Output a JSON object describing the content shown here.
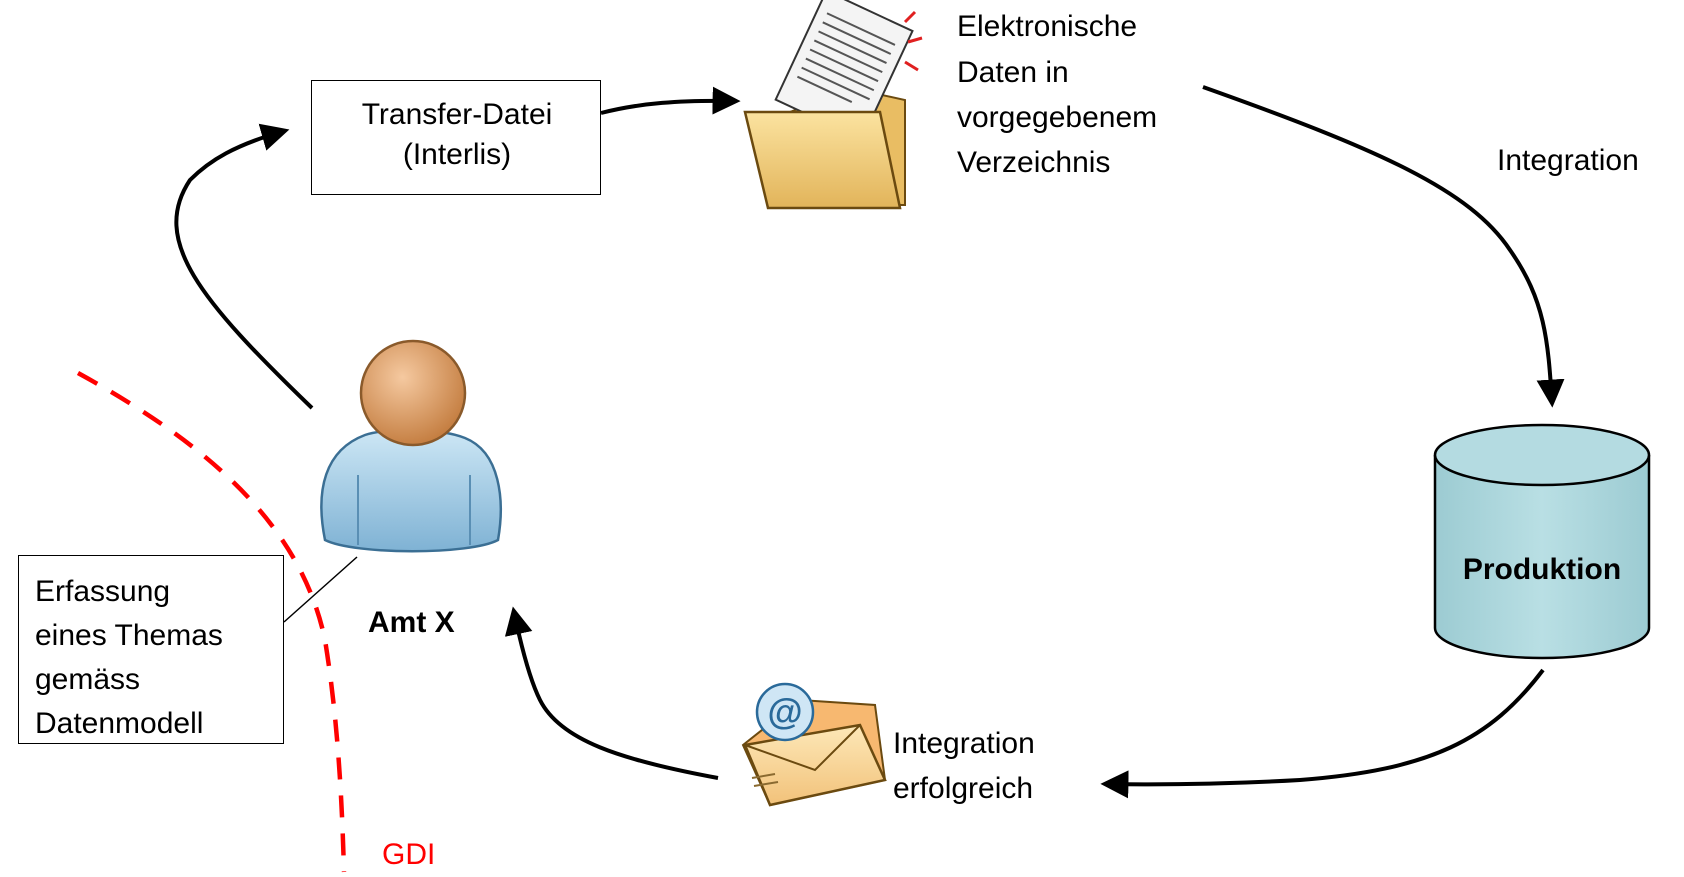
{
  "transfer_box": {
    "line1": "Transfer-Datei",
    "line2": "(Interlis)"
  },
  "folder_label": {
    "line1": "Elektronische",
    "line2": "Daten in",
    "line3": "vorgegebenem",
    "line4": "Verzeichnis"
  },
  "integration_label": "Integration",
  "database": {
    "label": "Produktion",
    "fill": "#a9d3d9"
  },
  "email_label": {
    "line1": "Integration",
    "line2": "erfolgreich"
  },
  "person": {
    "label": "Amt X"
  },
  "note_box": {
    "line1": "Erfassung",
    "line2": "eines Themas",
    "line3": "gemäss",
    "line4": "Datenmodell"
  },
  "boundary": {
    "label": "GDI",
    "color": "#ff0000"
  },
  "icons": [
    "folder-document-icon",
    "database-icon",
    "email-icon",
    "person-icon"
  ]
}
